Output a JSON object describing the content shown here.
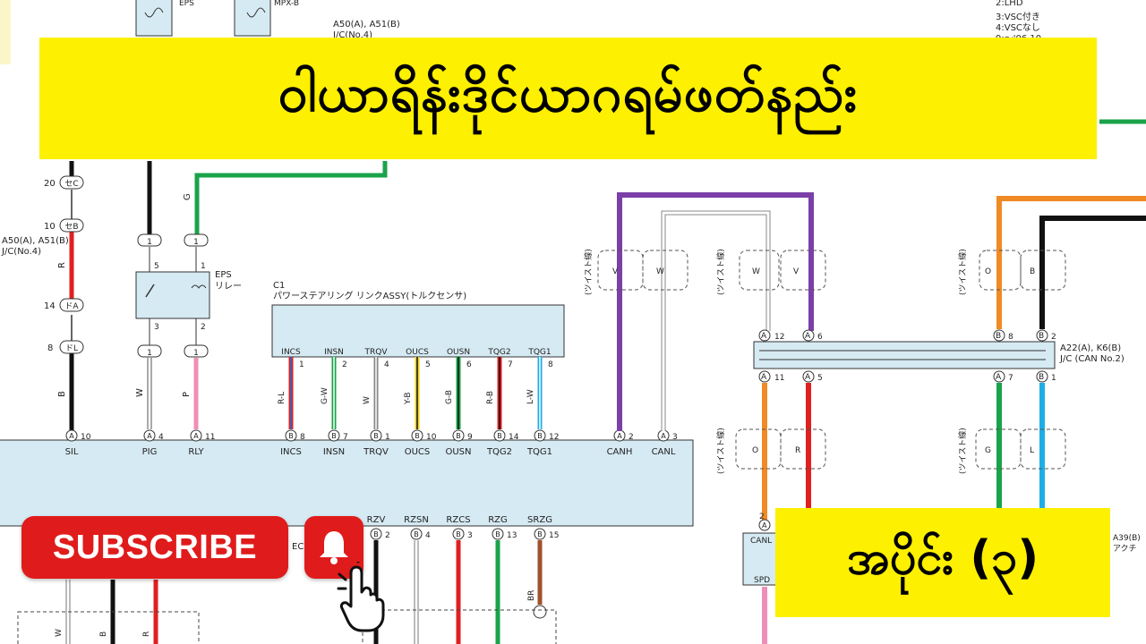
{
  "title": "ဝါယာရိန်းဒိုင်ယာဂရမ်ဖတ်နည်း",
  "part_label": "အပိုင်း (၃)",
  "subscribe_label": "SUBSCRIBE",
  "colors": {
    "banner": "#fdf000",
    "subscribe": "#e01b1b",
    "module_fill": "#d6eaf3"
  },
  "icons": [
    "bell-icon",
    "hand-cursor-icon"
  ],
  "top_labels": {
    "fuse_left": "EPS",
    "fuse_right": "MPX-B",
    "jc_a50_line1": "A50(A), A51(B)",
    "jc_a50_line2": "J/C(No.4)",
    "jc_left_line1": "A50(A), A51(B)",
    "jc_left_line2": "J/C(No.4)",
    "notes": [
      "2:LHD",
      "3:VSC付き",
      "4:VSCなし",
      "9:～'06.10"
    ]
  },
  "connectors": {
    "se_c": "セC",
    "se_b": "セB",
    "do_a": "ドA",
    "do_l": "ドL",
    "pin20": "20",
    "pin10": "10",
    "pin14": "14",
    "pin8": "8"
  },
  "relay": {
    "name_line1": "EPS",
    "name_line2": "リレー",
    "pin5": "5",
    "pin3": "3",
    "pin1": "1",
    "pin2": "2"
  },
  "c1": {
    "id": "C1",
    "name": "パワーステアリング リンクASSY(トルクセンサ)",
    "pins": [
      {
        "label": "INCS",
        "num": "1",
        "wire": "R-L"
      },
      {
        "label": "INSN",
        "num": "2",
        "wire": "G-W"
      },
      {
        "label": "TRQV",
        "num": "4",
        "wire": "W"
      },
      {
        "label": "OUCS",
        "num": "5",
        "wire": "Y-B"
      },
      {
        "label": "OUSN",
        "num": "6",
        "wire": "G-B"
      },
      {
        "label": "TQG2",
        "num": "7",
        "wire": "R-B"
      },
      {
        "label": "TQG1",
        "num": "8",
        "wire": "L-W"
      }
    ]
  },
  "ecu_pins_top": [
    {
      "conn": "A",
      "num": "10",
      "label": "SIL"
    },
    {
      "conn": "A",
      "num": "4",
      "label": "PIG"
    },
    {
      "conn": "A",
      "num": "11",
      "label": "RLY"
    },
    {
      "conn": "B",
      "num": "8",
      "label": "INCS"
    },
    {
      "conn": "B",
      "num": "7",
      "label": "INSN"
    },
    {
      "conn": "B",
      "num": "1",
      "label": "TRQV"
    },
    {
      "conn": "B",
      "num": "10",
      "label": "OUCS"
    },
    {
      "conn": "B",
      "num": "9",
      "label": "OUSN"
    },
    {
      "conn": "B",
      "num": "14",
      "label": "TQG2"
    },
    {
      "conn": "B",
      "num": "12",
      "label": "TQG1"
    },
    {
      "conn": "A",
      "num": "2",
      "label": "CANH"
    },
    {
      "conn": "A",
      "num": "3",
      "label": "CANL"
    }
  ],
  "ecu_pins_bottom": [
    {
      "conn": "B",
      "num": "2",
      "label": "RZV"
    },
    {
      "conn": "B",
      "num": "4",
      "label": "RZSN"
    },
    {
      "conn": "B",
      "num": "3",
      "label": "RZCS"
    },
    {
      "conn": "B",
      "num": "13",
      "label": "RZG"
    },
    {
      "conn": "B",
      "num": "15",
      "label": "SRZG"
    }
  ],
  "ecu_partial": "EC",
  "wire_colors_left": {
    "sil_r": "R",
    "sil_b": "B",
    "pig": "W",
    "rly_p": "P",
    "rly_g": "G",
    "br": "BR"
  },
  "jc_can": {
    "line1": "A22(A), K6(B)",
    "line2": "J/C (CAN No.2)"
  },
  "twist": "(ツイスト線)",
  "twist_wires": [
    "V",
    "W",
    "W",
    "V",
    "O",
    "B",
    "O",
    "R",
    "G",
    "L"
  ],
  "jc_pins": {
    "a12": "12",
    "a6": "6",
    "b8": "8",
    "b2": "2",
    "a11": "11",
    "a5": "5",
    "a7": "7",
    "b1": "1"
  },
  "right_bottom": {
    "canl": "CANL",
    "spd": "SPD",
    "a39_line1": "A39(B)",
    "a39_line2": "アクチ",
    "pin2": "2"
  }
}
